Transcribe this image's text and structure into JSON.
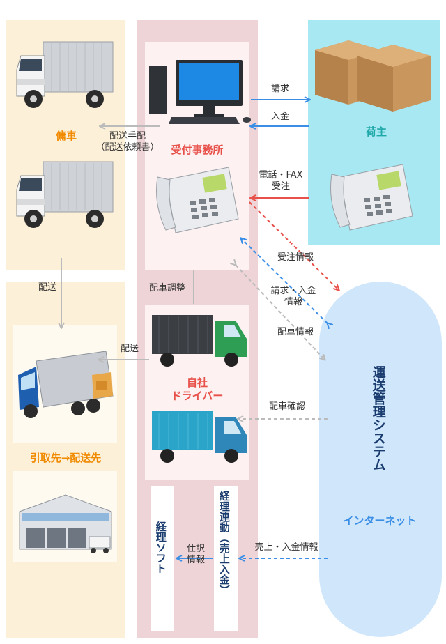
{
  "subcontractor": {
    "title": "傭車"
  },
  "reception": {
    "title": "受付事務所"
  },
  "shipper": {
    "title": "荷主"
  },
  "pickup": {
    "title": "引取先→配送先"
  },
  "driver": {
    "title_line1": "自社",
    "title_line2": "ドライバー"
  },
  "system": {
    "title": "運送管理システム",
    "subtitle": "インターネット"
  },
  "accounting_soft": {
    "title": "経理ソフト"
  },
  "accounting_link": {
    "title": "経理連動（売上入金）"
  },
  "arrows": {
    "billing": "請求",
    "payment": "入金",
    "dispatch_arrange_1": "配送手配",
    "dispatch_arrange_2": "（配送依頼書）",
    "phone_fax_1": "電話・FAX",
    "phone_fax_2": "受注",
    "order_info": "受注情報",
    "billing_payment_1": "請求・入金",
    "billing_payment_2": "情報",
    "dispatch_info": "配車情報",
    "dispatch_adjust": "配車調整",
    "delivery_left": "配送",
    "delivery_mid": "配送",
    "dispatch_confirm": "配車確認",
    "sales_payment": "売上・入金情報",
    "journal_1": "仕訳",
    "journal_2": "情報"
  },
  "colors": {
    "blue": "#3a8ee6",
    "red": "#e8504a",
    "gray": "#bbbbbb",
    "orange": "#f08a00",
    "teal": "#1fa8a8",
    "navy": "#1a3c6e"
  }
}
